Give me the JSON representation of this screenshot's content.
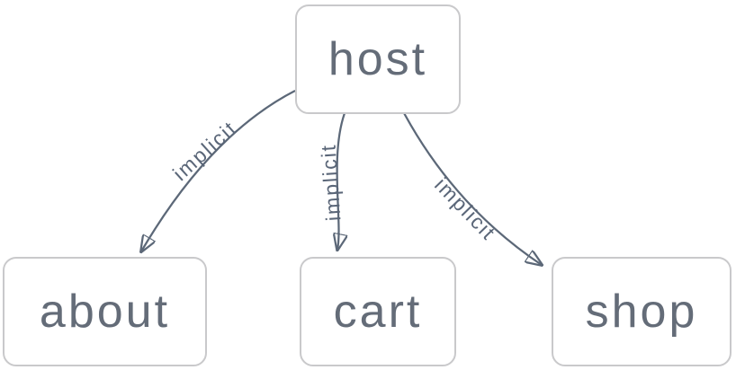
{
  "diagram": {
    "nodes": [
      {
        "id": "host",
        "label": "host"
      },
      {
        "id": "about",
        "label": "about"
      },
      {
        "id": "cart",
        "label": "cart"
      },
      {
        "id": "shop",
        "label": "shop"
      }
    ],
    "edges": [
      {
        "from": "host",
        "to": "about",
        "label": "implicit"
      },
      {
        "from": "host",
        "to": "cart",
        "label": "implicit"
      },
      {
        "from": "host",
        "to": "shop",
        "label": "implicit"
      }
    ],
    "colors": {
      "background": "#ffffff",
      "node_fill": "#ffffff",
      "node_border": "#c9c9cb",
      "node_text": "#646c78",
      "edge_stroke": "#5c6878",
      "edge_label_text": "#5a6678"
    }
  }
}
